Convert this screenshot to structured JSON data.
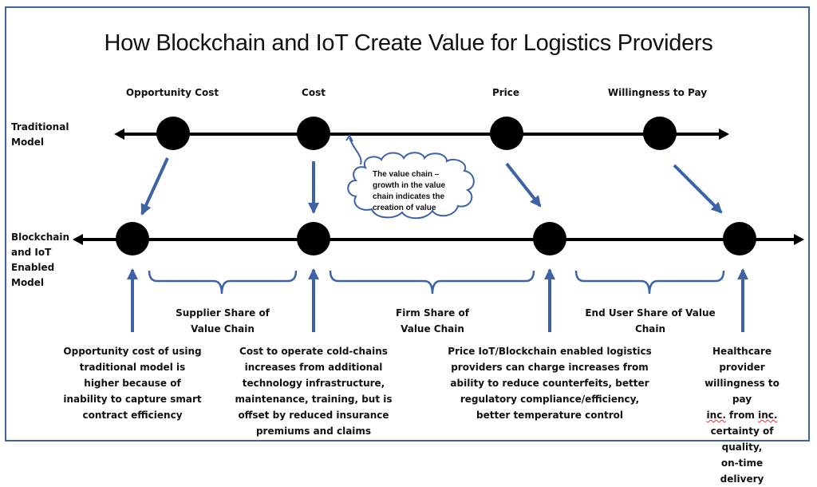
{
  "title": "How Blockchain and IoT Create Value for Logistics Providers",
  "colors": {
    "frame": "#41649b",
    "arrow": "#3d63a6",
    "axis": "#000000"
  },
  "top_labels": [
    "Opportunity Cost",
    "Cost",
    "Price",
    "Willingness to Pay"
  ],
  "rows": {
    "traditional": {
      "label_lines": [
        "Traditional",
        "Model"
      ]
    },
    "enabled": {
      "label_lines": [
        "Blockchain",
        "and IoT",
        "Enabled",
        "Model"
      ]
    }
  },
  "callout": {
    "lines": [
      "The value chain –",
      "growth in the value",
      "chain indicates the",
      "creation of value"
    ]
  },
  "shares": [
    {
      "lines": [
        "Supplier Share of",
        "Value Chain"
      ]
    },
    {
      "lines": [
        "Firm Share of",
        "Value Chain"
      ]
    },
    {
      "lines": [
        "End User Share of Value",
        "Chain"
      ]
    }
  ],
  "descriptions": [
    {
      "lines": [
        "Opportunity cost of using",
        "traditional model is",
        "higher because of",
        "inability to capture smart",
        "contract efficiency"
      ]
    },
    {
      "lines": [
        "Cost to operate cold-chains",
        "increases from additional",
        "technology infrastructure,",
        "maintenance, training, but is",
        "offset by reduced insurance",
        "premiums and claims"
      ]
    },
    {
      "lines": [
        "Price IoT/Blockchain enabled logistics",
        "providers can charge increases from",
        "ability to reduce counterfeits, better",
        "regulatory compliance/efficiency,",
        "better temperature control"
      ]
    },
    {
      "lines": [
        "Healthcare provider",
        "willingness to pay"
      ],
      "mixed_line": {
        "a": "inc.",
        "b": " from ",
        "c": "inc."
      },
      "tail_lines": [
        "certainty of quality,",
        "on-time delivery"
      ]
    }
  ],
  "icons": {
    "node": "filled-circle",
    "axis_arrow": "arrowhead",
    "shift_arrow": "blue-arrow",
    "brace": "curly-brace",
    "callout": "cloud"
  }
}
